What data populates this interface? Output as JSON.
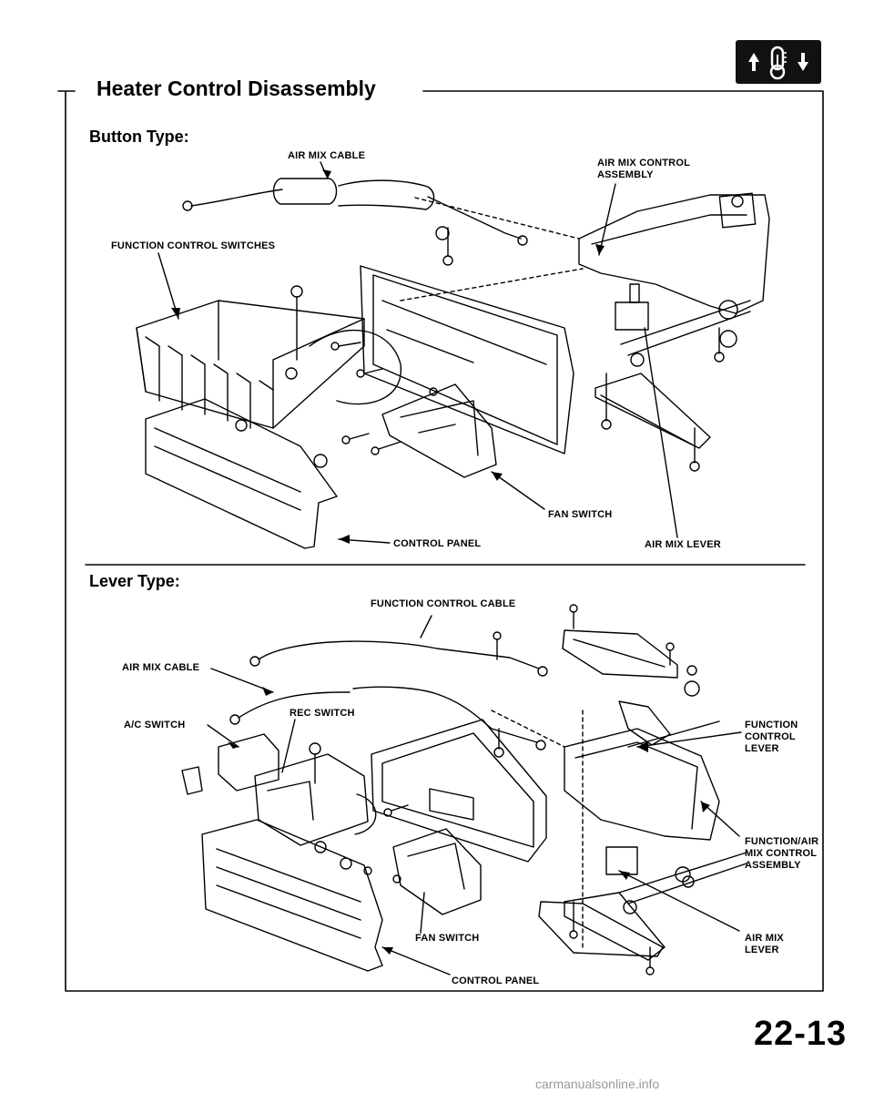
{
  "title": "Heater Control Disassembly",
  "page_number": "22-13",
  "footer": "carmanualsonline.info",
  "badge_icon": "heater-temperature-icon",
  "sections": {
    "button": {
      "heading": "Button Type:",
      "labels": {
        "air_mix_cable": "AIR MIX CABLE",
        "air_mix_control_assembly_1": "AIR MIX CONTROL",
        "air_mix_control_assembly_2": "ASSEMBLY",
        "function_control_switches": "FUNCTION CONTROL SWITCHES",
        "fan_switch": "FAN SWITCH",
        "control_panel": "CONTROL PANEL",
        "air_mix_lever": "AIR MIX LEVER"
      }
    },
    "lever": {
      "heading": "Lever Type:",
      "labels": {
        "function_control_cable": "FUNCTION CONTROL CABLE",
        "air_mix_cable": "AIR MIX CABLE",
        "ac_switch": "A/C SWITCH",
        "rec_switch": "REC SWITCH",
        "function_control_lever_1": "FUNCTION",
        "function_control_lever_2": "CONTROL",
        "function_control_lever_3": "LEVER",
        "function_air_mix_assembly_1": "FUNCTION/AIR",
        "function_air_mix_assembly_2": "MIX CONTROL",
        "function_air_mix_assembly_3": "ASSEMBLY",
        "fan_switch": "FAN SWITCH",
        "air_mix_lever_1": "AIR MIX",
        "air_mix_lever_2": "LEVER",
        "control_panel": "CONTROL PANEL"
      }
    }
  }
}
